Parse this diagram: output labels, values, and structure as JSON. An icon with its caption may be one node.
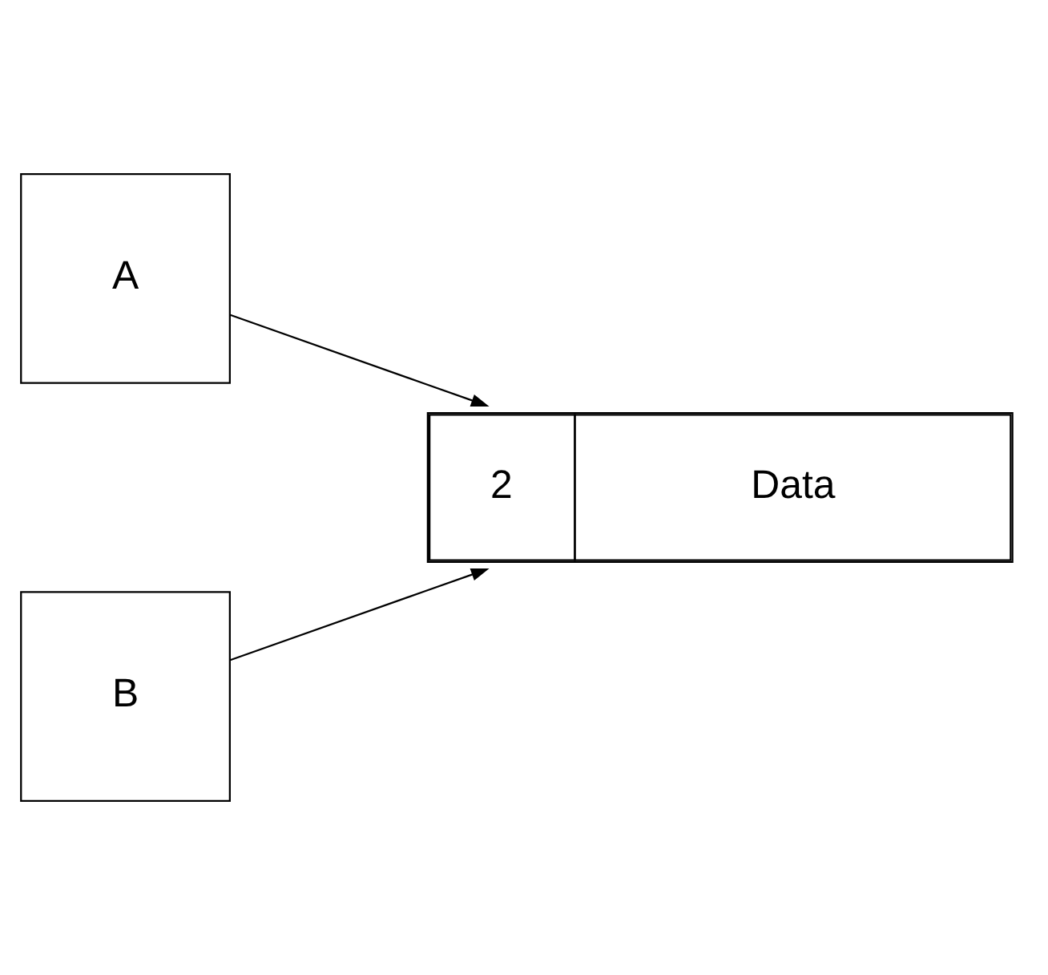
{
  "diagram": {
    "nodes": [
      {
        "text": [
          "A"
        ]
      },
      {
        "text": [
          "2",
          "Data"
        ]
      },
      {
        "text": [
          "B"
        ]
      }
    ],
    "edges": [
      {
        "from": 0,
        "to": 1,
        "arrow": "to"
      },
      {
        "from": 2,
        "to": 1,
        "arrow": "to"
      }
    ]
  }
}
